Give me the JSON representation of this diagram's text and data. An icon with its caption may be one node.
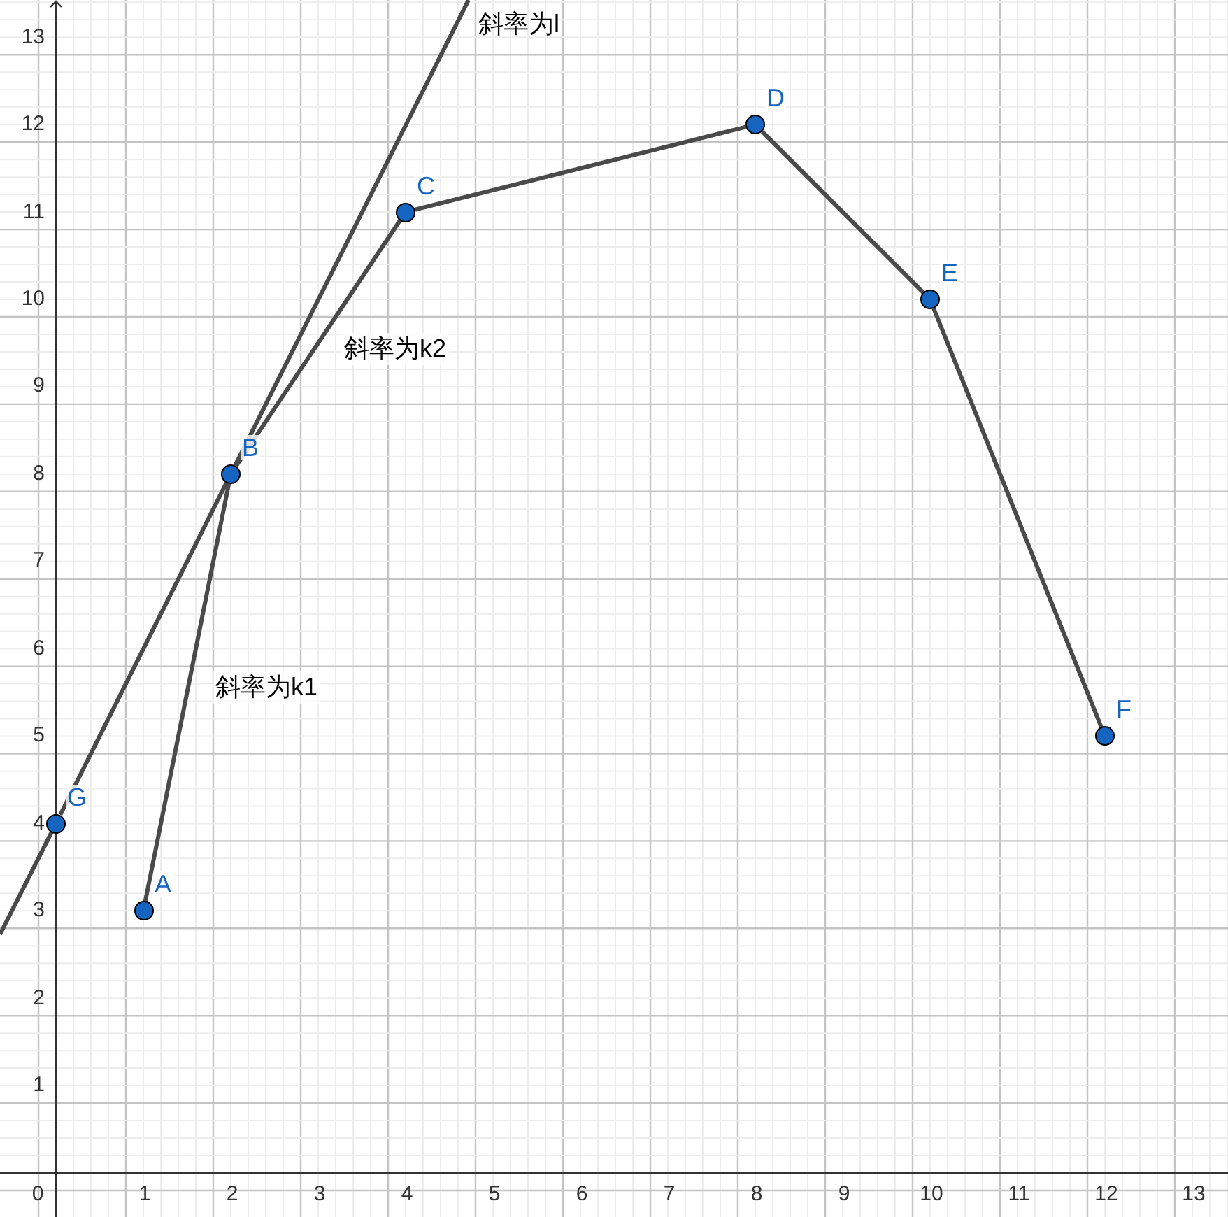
{
  "diagram": {
    "nodes": [
      {
        "text": [
          "A"
        ]
      },
      {
        "text": [
          "B"
        ]
      },
      {
        "text": [
          "C"
        ]
      },
      {
        "text": [
          "D"
        ]
      },
      {
        "text": [
          "E"
        ]
      },
      {
        "text": [
          "F"
        ]
      },
      {
        "text": [
          "G"
        ]
      }
    ],
    "edges": [
      {
        "from": 6,
        "to": 1,
        "arrow": "none"
      },
      {
        "from": 0,
        "to": 1,
        "arrow": "none",
        "label": "斜率为k1"
      },
      {
        "from": 1,
        "to": 2,
        "arrow": "none",
        "label": "斜率为k2"
      },
      {
        "from": 2,
        "to": 3,
        "arrow": "none"
      },
      {
        "from": 3,
        "to": 4,
        "arrow": "none"
      },
      {
        "from": 4,
        "to": 5,
        "arrow": "none"
      }
    ],
    "labels": [
      "斜率为l",
      "13",
      "12",
      "11",
      "10",
      "9",
      "8",
      "7",
      "6",
      "5",
      "4",
      "3",
      "2",
      "1",
      "0",
      "1",
      "2",
      "3",
      "4",
      "5",
      "6",
      "7",
      "8",
      "9",
      "10",
      "11",
      "12",
      "13"
    ]
  }
}
